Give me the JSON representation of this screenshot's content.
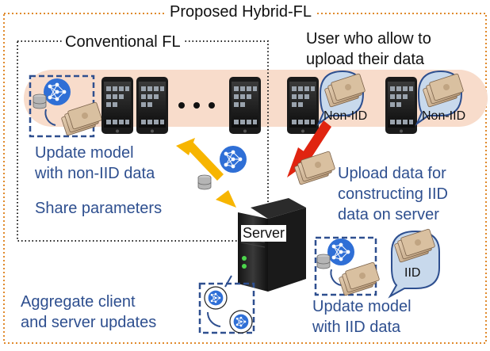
{
  "hybrid_fl": {
    "title": "Proposed Hybrid-FL"
  },
  "conventional_fl": {
    "title": "Conventional FL",
    "update_label_line1": "Update model",
    "update_label_line2": "with non-IID data",
    "share_label": "Share parameters"
  },
  "uploading_users": {
    "label_line1": "User who allow to",
    "label_line2": "upload their data",
    "bubble_labels": [
      "Non-IID",
      "Non-IID"
    ]
  },
  "server": {
    "label": "Server",
    "upload_label_line1": "Upload data for",
    "upload_label_line2": "constructing IID",
    "upload_label_line3": "data on server",
    "iid_label": "IID",
    "iid_update_line1": "Update model",
    "iid_update_line2": "with IID data"
  },
  "aggregate": {
    "line1": "Aggregate client",
    "line2": "and server updates"
  },
  "ellipsis": "• • •",
  "colors": {
    "outer_border": "#e08a2c",
    "inner_border": "#222222",
    "dashed_box": "#2e4f8f",
    "blob": "#f8dccb",
    "yellow_arrow": "#f7b500",
    "red_arrow": "#e02410",
    "text_blue": "#2e4f8f"
  }
}
